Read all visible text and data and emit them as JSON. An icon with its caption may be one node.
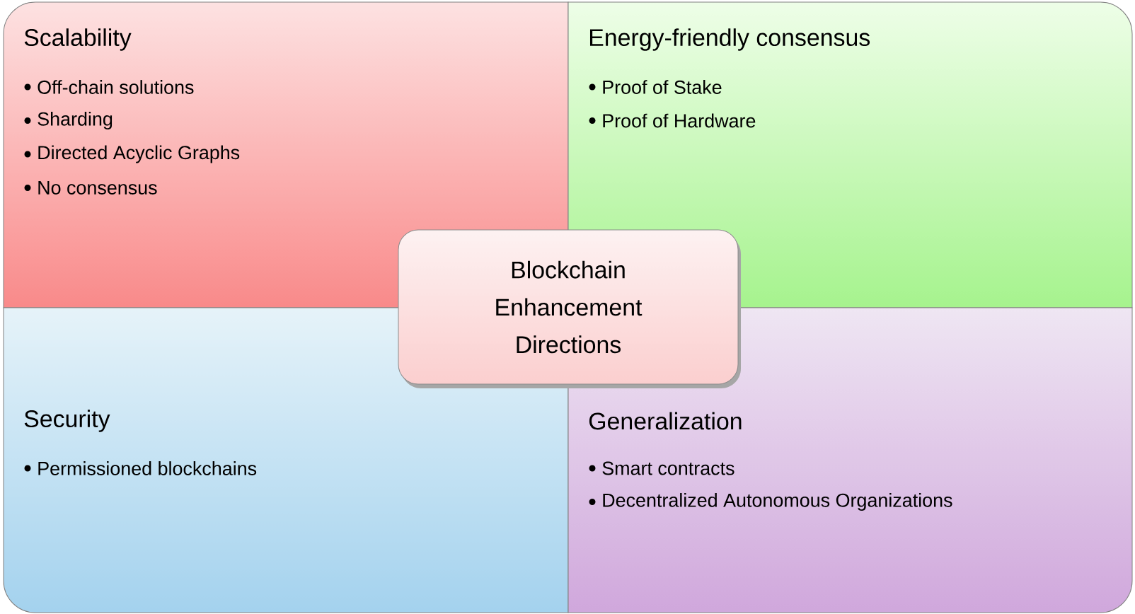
{
  "diagram": {
    "nodes": [
      {
        "text": [
          "Scalability",
          "Off-chain solutions",
          "Sharding",
          "Directed Acyclic Graphs",
          "No consensus"
        ]
      },
      {
        "text": [
          "Energy-friendly consensus",
          "Proof of Stake",
          "Proof of Hardware"
        ]
      },
      {
        "text": [
          "Blockchain Enhancement Directions"
        ]
      },
      {
        "text": [
          "Security",
          "Permissioned blockchains"
        ]
      },
      {
        "text": [
          "Generalization",
          "Smart contracts",
          "Decentralized Autonomous Organizations"
        ]
      }
    ]
  }
}
